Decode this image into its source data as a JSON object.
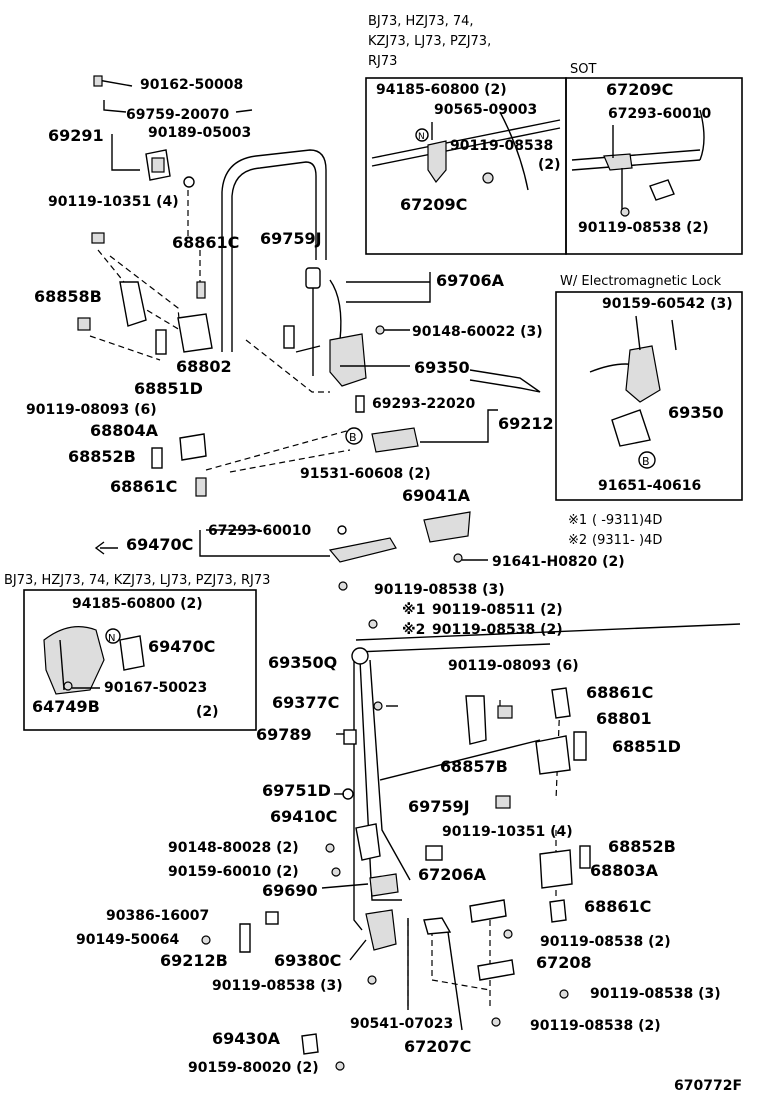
{
  "notes": {
    "top_header_1": "BJ73, HZJ73, 74,",
    "top_header_2": "KZJ73, LJ73, PZJ73,",
    "top_header_3": "RJ73",
    "sot": "SOT",
    "electromagnetic": "W/ Electromagnetic Lock",
    "left_header": "BJ73, HZJ73, 74, KZJ73, LJ73, PZJ73, RJ73",
    "note1_mark": "※1",
    "note1_text": "(      -9311)4D",
    "note2_mark": "※2",
    "note2_text": "(9311-      )4D",
    "diagram_id": "670772F"
  },
  "parts": {
    "p90162_50008": "90162-50008",
    "p69759_20070": "69759-20070",
    "p90189_05003": "90189-05003",
    "p69291": "69291",
    "p90119_10351_4_top": "90119-10351 (4)",
    "p68861C_top": "68861C",
    "p69759J_top": "69759J",
    "p69706A": "69706A",
    "p68858B": "68858B",
    "p90148_60022": "90148-60022 (3)",
    "p68802": "68802",
    "p69350_main": "69350",
    "p68851D_top": "68851D",
    "p90119_08093_6_top": "90119-08093 (6)",
    "p69293_22020": "69293-22020",
    "p69212": "69212",
    "p68804A": "68804A",
    "p68852B_top": "68852B",
    "p91531_60608": "91531-60608 (2)",
    "p68861C_mid": "68861C",
    "p94185_60800_box": "94185-60800 (2)",
    "p90565_09003": "90565-09003",
    "p90119_08538_box": "90119-08538",
    "p_box_qty2": "(2)",
    "p67209C_box1": "67209C",
    "p67209C_sot": "67209C",
    "p67293_60010_sot": "67293-60010",
    "p90119_08538_sot": "90119-08538 (2)",
    "p90159_60542": "90159-60542 (3)",
    "p69350_em": "69350",
    "p91651_40616": "91651-40616",
    "p69041A": "69041A",
    "p69470C": "69470C",
    "p67293_60010_mid": "67293-60010",
    "p91641_H0820": "91641-H0820 (2)",
    "p90119_08538_3_mid": "90119-08538 (3)",
    "p90119_08511": "90119-08511 (2)",
    "p90119_08538_2_mid": "90119-08538 (2)",
    "p94185_60800_left": "94185-60800 (2)",
    "p69470C_left": "69470C",
    "p90167_50023": "90167-50023",
    "p_left_qty2": "(2)",
    "p64749B": "64749B",
    "p69350Q": "69350Q",
    "p90119_08093_6_mid": "90119-08093 (6)",
    "p68861C_r1": "68861C",
    "p69377C": "69377C",
    "p68801": "68801",
    "p69789": "69789",
    "p68851D_r": "68851D",
    "p68857B": "68857B",
    "p69751D": "69751D",
    "p69759J_low": "69759J",
    "p69410C": "69410C",
    "p90119_10351_4_low": "90119-10351 (4)",
    "p90148_80028": "90148-80028 (2)",
    "p68852B_r": "68852B",
    "p90159_60010": "90159-60010 (2)",
    "p68803A": "68803A",
    "p67206A": "67206A",
    "p69690": "69690",
    "p90386_16007": "90386-16007",
    "p68861C_r2": "68861C",
    "p90149_50064": "90149-50064",
    "p90119_08538_2_low1": "90119-08538 (2)",
    "p69212B": "69212B",
    "p69380C": "69380C",
    "p67208": "67208",
    "p90119_08538_3_low": "90119-08538 (3)",
    "p90119_08538_3_r": "90119-08538 (3)",
    "p90541_07023": "90541-07023",
    "p90119_08538_2_low2": "90119-08538 (2)",
    "p69430A": "69430A",
    "p67207C": "67207C",
    "p90159_80020": "90159-80020 (2)"
  },
  "markers": {
    "B": "B",
    "N": "N"
  }
}
